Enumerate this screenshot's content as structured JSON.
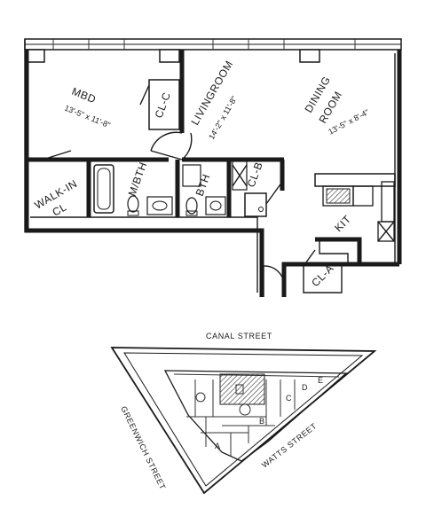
{
  "rooms": {
    "mbd": {
      "label": "MBD",
      "dims": "13'-5\" x 11'-8\""
    },
    "living": {
      "label": "LIVINGROOM",
      "dims": "14'-2\" x 11'-8\""
    },
    "dining": {
      "label1": "DINING",
      "label2": "ROOM",
      "dims": "13'-5\" x 8'-4\""
    },
    "walkin": {
      "label1": "WALK-IN",
      "label2": "CL"
    },
    "mbth": {
      "label": "M/BTH"
    },
    "bth": {
      "label": "BTH"
    },
    "kit": {
      "label": "KIT"
    },
    "clc": {
      "label": "CL-C"
    },
    "clb": {
      "label": "CL-B"
    },
    "cla": {
      "label": "CL-A"
    }
  },
  "site": {
    "north_street": "CANAL STREET",
    "west_street": "GREENWICH STREET",
    "south_street": "WATTS STREET",
    "units": [
      "A",
      "B",
      "C",
      "D",
      "E"
    ]
  }
}
